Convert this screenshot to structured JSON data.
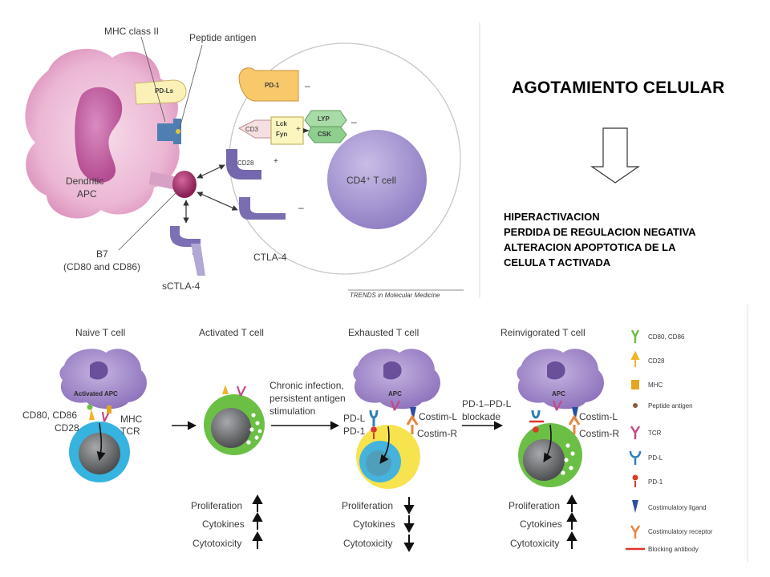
{
  "slide": {
    "title": "AGOTAMIENTO CELULAR",
    "descriptions": [
      "HIPERACTIVACION",
      "PERDIDA DE REGULACION NEGATIVA",
      "ALTERACION APOPTOTICA DE LA",
      "CELULA T ACTIVADA"
    ]
  },
  "top_figure": {
    "labels": {
      "mhc_class_ii": "MHC class II",
      "peptide_antigen": "Peptide antigen",
      "pd_ls": "PD-Ls",
      "pd_1": "PD-1",
      "cd3": "CD3",
      "lck": "Lck",
      "fyn": "Fyn",
      "lyp": "LYP",
      "csk": "CSK",
      "cd28": "CD28",
      "cd4_tcell": "CD4⁺ T cell",
      "dendritic_apc_1": "Dendritic",
      "dendritic_apc_2": "APC",
      "b7_1": "B7",
      "b7_2": "(CD80 and CD86)",
      "sctla4": "sCTLA-4",
      "ctla4": "CTLA-4",
      "minus": "–",
      "plus": "+",
      "source": "TRENDS in Molecular Medicine"
    }
  },
  "bottom_figure": {
    "stages": [
      "Naive T cell",
      "Activated T cell",
      "Exhausted T cell",
      "Reinvigorated T cell"
    ],
    "apc_labels": {
      "activated_apc": "Activated APC",
      "apc": "APC"
    },
    "naive_labels": {
      "cd80_cd86": "CD80, CD86",
      "cd28": "CD28",
      "mhc": "MHC",
      "tcr": "TCR"
    },
    "transition1": [
      "Chronic infection,",
      "persistent antigen",
      "stimulation"
    ],
    "transition2": [
      "PD-1–PD-L",
      "blockade"
    ],
    "exhausted_labels": {
      "pd_l": "PD-L",
      "pd_1": "PD-1",
      "costim_l": "Costim-L",
      "costim_r": "Costim-R"
    },
    "reinvig_labels": {
      "costim_l": "Costim-L",
      "costim_r": "Costim-R"
    },
    "functions": [
      "Proliferation",
      "Cytokines",
      "Cytotoxicity"
    ],
    "arrows": {
      "exhausted": [
        "down",
        "down",
        "down"
      ],
      "reinvigorated": [
        "up",
        "up",
        "up"
      ],
      "activated": [
        "up",
        "up",
        "up"
      ]
    },
    "legend": [
      {
        "icon": "cd80-cd86-icon",
        "label": "CD80, CD86"
      },
      {
        "icon": "cd28-icon",
        "label": "CD28"
      },
      {
        "icon": "mhc-icon",
        "label": "MHC"
      },
      {
        "icon": "peptide-antigen-icon",
        "label": "Peptide antigen"
      },
      {
        "icon": "tcr-icon",
        "label": "TCR"
      },
      {
        "icon": "pd-l-icon",
        "label": "PD-L"
      },
      {
        "icon": "pd-1-icon",
        "label": "PD-1"
      },
      {
        "icon": "costimulatory-ligand-icon",
        "label": "Costimulatory ligand"
      },
      {
        "icon": "costimulatory-receptor-icon",
        "label": "Costimulatory receptor"
      },
      {
        "icon": "blocking-antibody-icon",
        "label": "Blocking antibody"
      }
    ]
  },
  "colors": {
    "apc_pink": "#e9b2d4",
    "apc_purple": "#a78fc6",
    "tcell_circle": "#b5a3d6",
    "naive_cyan": "#35b6e0",
    "activated_green": "#6cbf45",
    "exhausted_yellow": "#f7e34f",
    "nucleus_gray": "#6d6e71"
  }
}
